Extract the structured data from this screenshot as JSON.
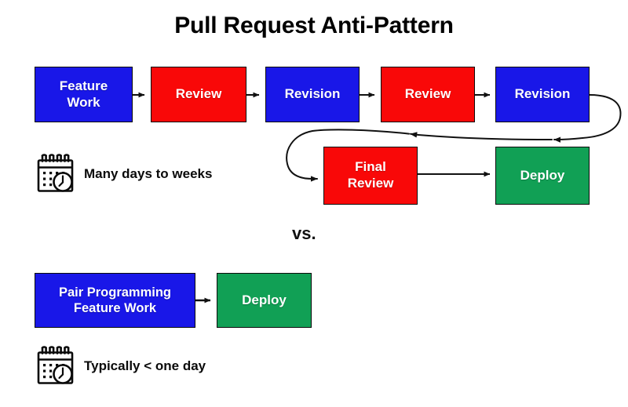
{
  "page": {
    "title": "Pull Request Anti-Pattern",
    "vs_label": "vs.",
    "background": "#ffffff"
  },
  "colors": {
    "blue": "#1917E8",
    "red": "#F90808",
    "green": "#11A055",
    "outline": "#0b0b0b",
    "text_dark": "#000000",
    "text_light": "#ffffff"
  },
  "anti_pattern_flow": {
    "row1": [
      {
        "label": "Feature\nWork",
        "color": "blue"
      },
      {
        "label": "Review",
        "color": "red"
      },
      {
        "label": "Revision",
        "color": "blue"
      },
      {
        "label": "Review",
        "color": "red"
      },
      {
        "label": "Revision",
        "color": "blue"
      }
    ],
    "row2": [
      {
        "label": "Final\nReview",
        "color": "red"
      },
      {
        "label": "Deploy",
        "color": "green"
      }
    ],
    "caption": {
      "icon": "calendar-clock-icon",
      "text": "Many days to weeks"
    }
  },
  "pair_programming_flow": {
    "row": [
      {
        "label": "Pair Programming\nFeature Work",
        "color": "blue"
      },
      {
        "label": "Deploy",
        "color": "green"
      }
    ],
    "caption": {
      "icon": "calendar-clock-icon",
      "text": "Typically < one day"
    }
  }
}
